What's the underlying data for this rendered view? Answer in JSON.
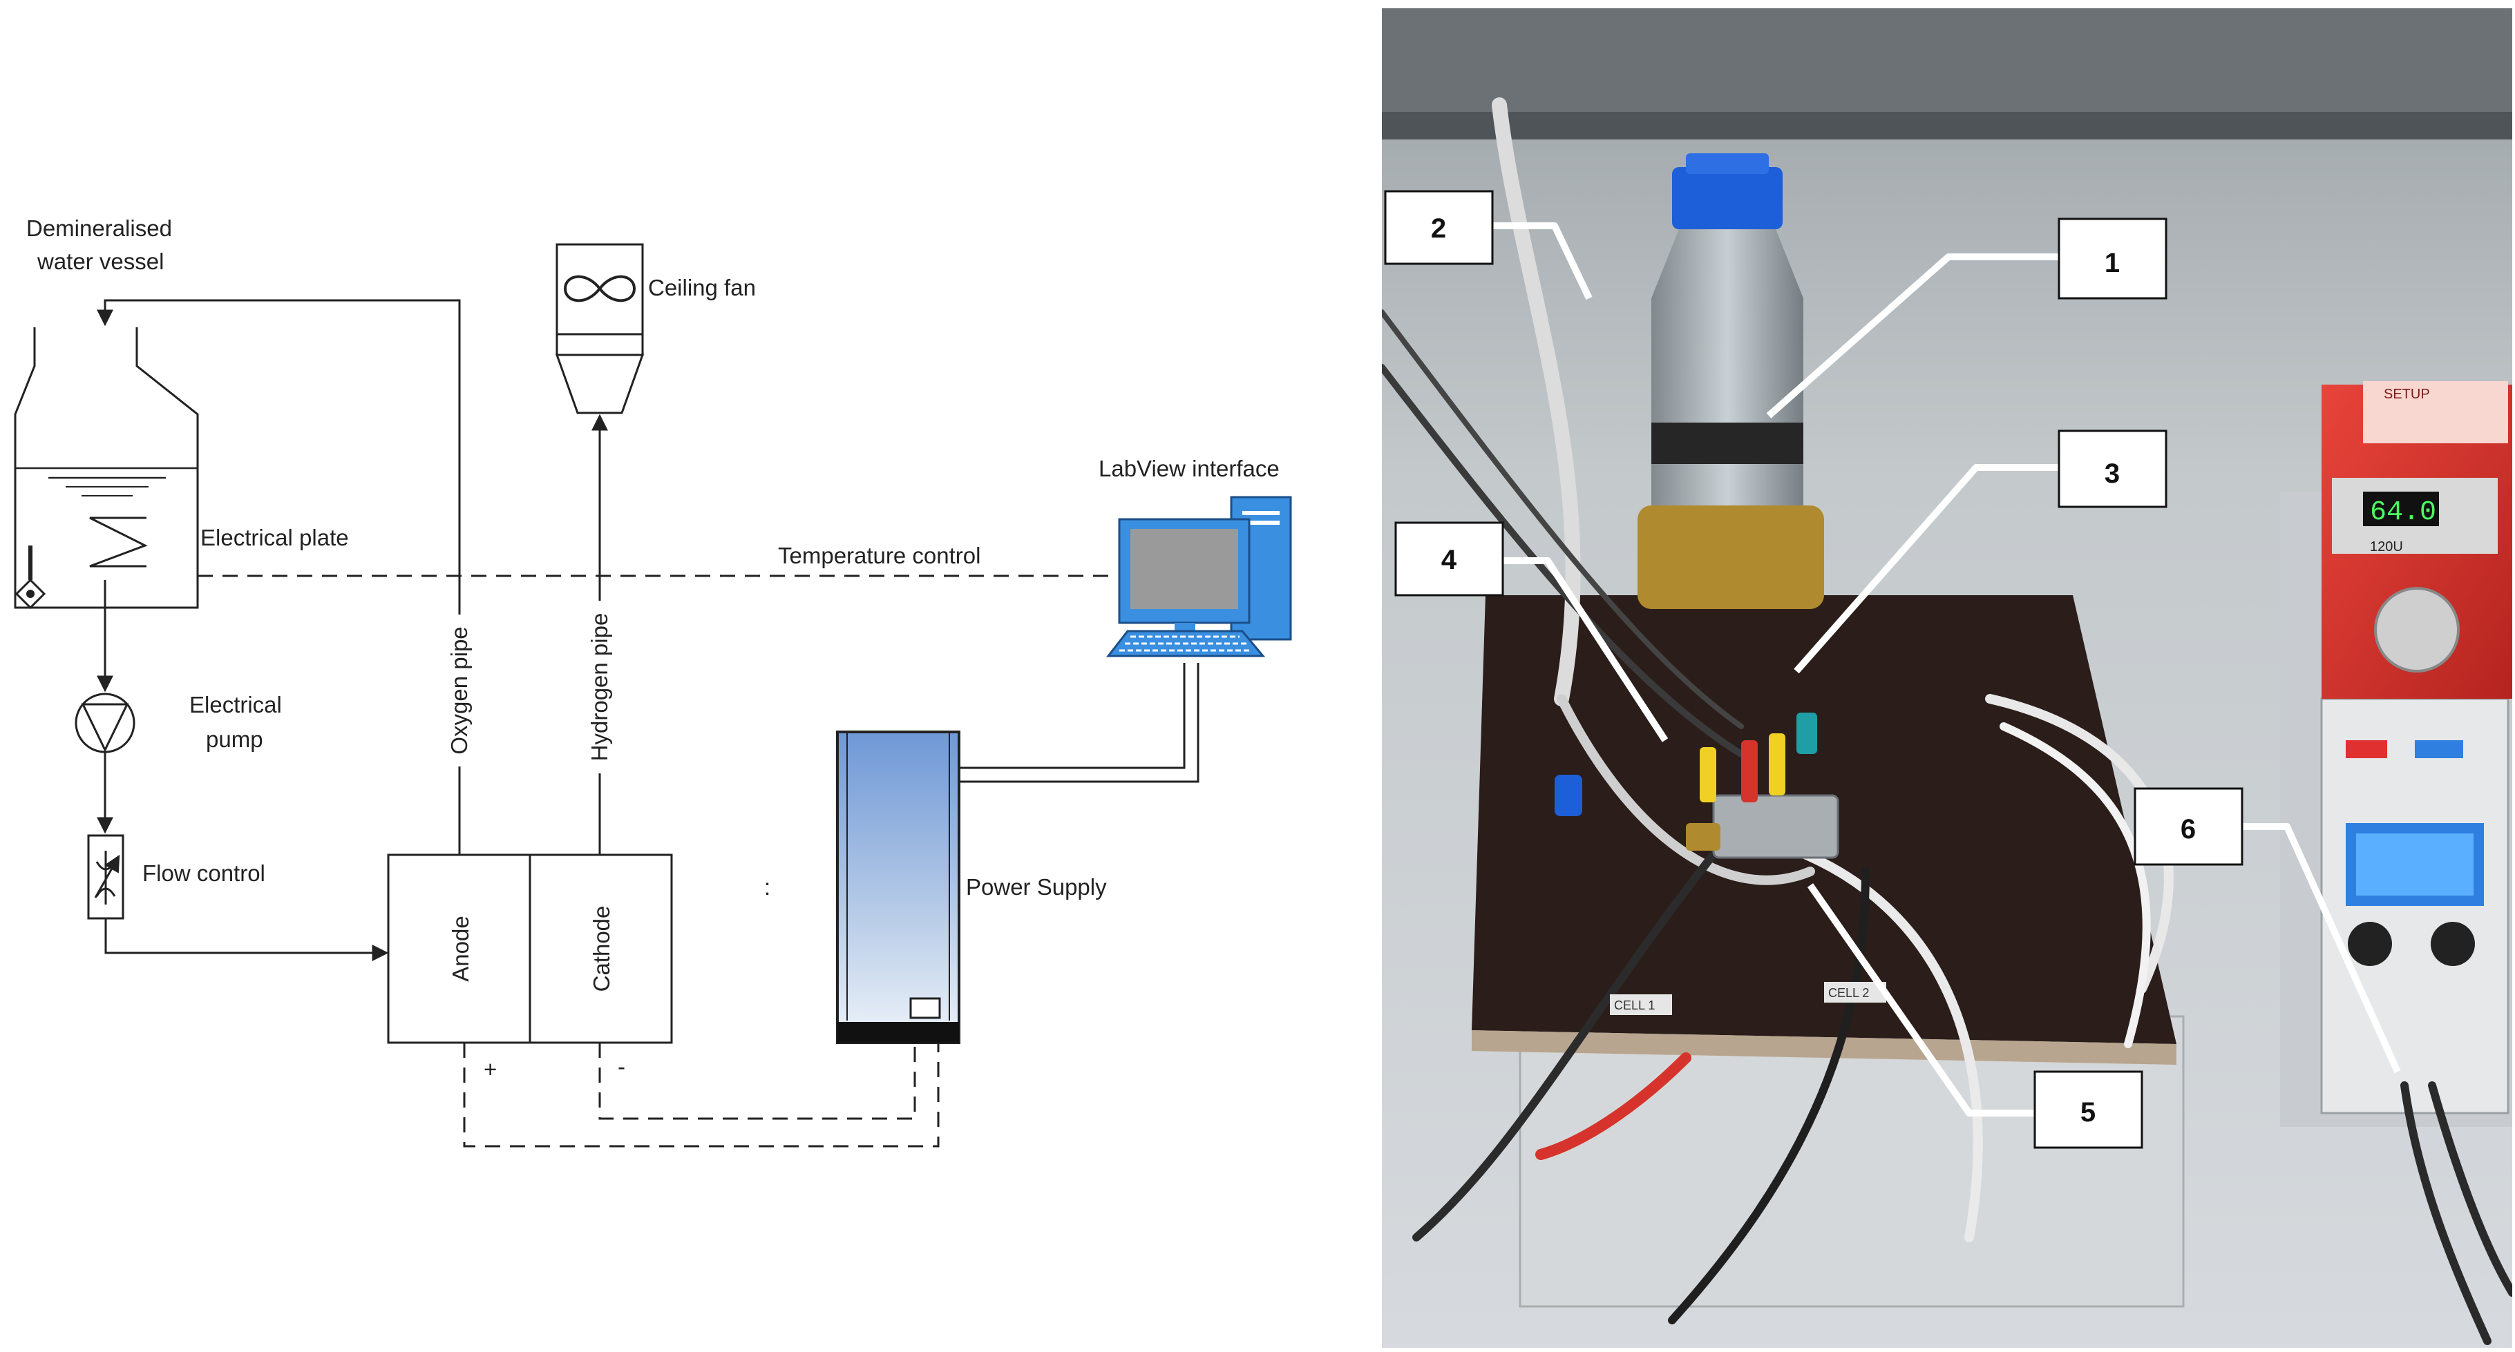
{
  "schematic": {
    "labels": {
      "vessel_line1": "Demineralised",
      "vessel_line2": "water vessel",
      "electrical_plate": "Electrical plate",
      "pump_line1": "Electrical",
      "pump_line2": "pump",
      "flow_control": "Flow control",
      "ceiling_fan": "Ceiling fan",
      "labview": "LabView interface",
      "temperature_control": "Temperature control",
      "oxygen_pipe": "Oxygen pipe",
      "hydrogen_pipe": "Hydrogen pipe",
      "anode": "Anode",
      "cathode": "Cathode",
      "power_supply": "Power Supply",
      "plus": "+",
      "minus": "-",
      "stray_mark": ":"
    }
  },
  "photo": {
    "callouts": [
      {
        "label": "1"
      },
      {
        "label": "2"
      },
      {
        "label": "3"
      },
      {
        "label": "4"
      },
      {
        "label": "5"
      },
      {
        "label": "6"
      }
    ],
    "pump_display": "64.0",
    "pump_model": "120U",
    "sticker_top": "SETUP",
    "cell_label_1": "CELL 1",
    "cell_label_2": "CELL 2"
  },
  "colors": {
    "line": "#222222",
    "pump_red": "#d8322c",
    "cap_blue": "#1d5fd8",
    "board": "#2a1d1a",
    "monitor_blue": "#3a8fe0"
  }
}
